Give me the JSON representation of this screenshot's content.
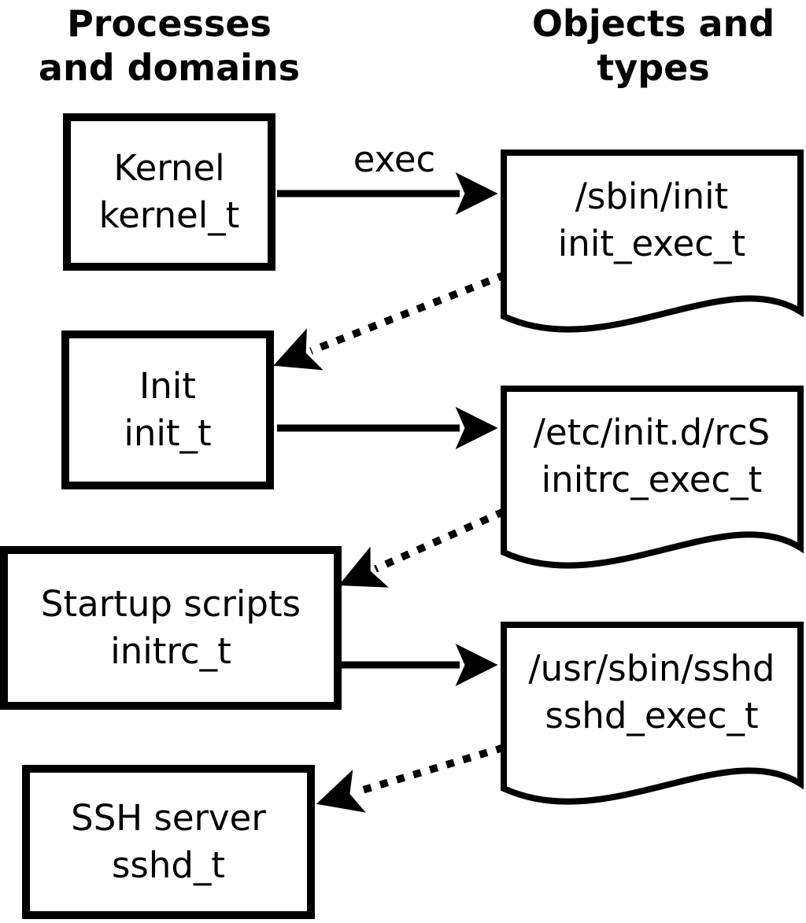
{
  "columns": {
    "left": {
      "line1": "Processes",
      "line2": "and domains"
    },
    "right": {
      "line1": "Objects and",
      "line2": "types"
    }
  },
  "processes": [
    {
      "label": "Kernel",
      "type": "kernel_t"
    },
    {
      "label": "Init",
      "type": "init_t"
    },
    {
      "label": "Startup scripts",
      "type": "initrc_t"
    },
    {
      "label": "SSH server",
      "type": "sshd_t"
    }
  ],
  "objects": [
    {
      "path": "/sbin/init",
      "type": "init_exec_t"
    },
    {
      "path": "/etc/init.d/rcS",
      "type": "initrc_exec_t"
    },
    {
      "path": "/usr/sbin/sshd",
      "type": "sshd_exec_t"
    }
  ],
  "arrows": {
    "exec_label": "exec",
    "edges": [
      {
        "from": "kernel_t",
        "to": "init_exec_t",
        "style": "solid",
        "label": "exec"
      },
      {
        "from": "init_exec_t",
        "to": "init_t",
        "style": "dotted",
        "label": ""
      },
      {
        "from": "init_t",
        "to": "initrc_exec_t",
        "style": "solid",
        "label": ""
      },
      {
        "from": "initrc_exec_t",
        "to": "initrc_t",
        "style": "dotted",
        "label": ""
      },
      {
        "from": "initrc_t",
        "to": "sshd_exec_t",
        "style": "solid",
        "label": ""
      },
      {
        "from": "sshd_exec_t",
        "to": "sshd_t",
        "style": "dotted",
        "label": ""
      }
    ]
  },
  "colors": {
    "foreground": "#000000",
    "background": "#ffffff"
  }
}
